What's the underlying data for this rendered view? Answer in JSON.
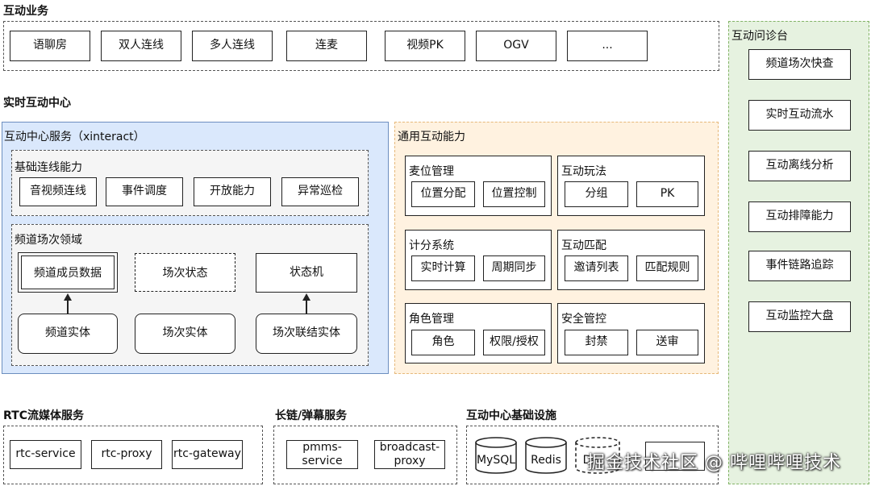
{
  "biz": {
    "title": "互动业务",
    "items": [
      "语聊房",
      "双人连线",
      "多人连线",
      "连麦",
      "视频PK",
      "OGV",
      "..."
    ]
  },
  "center": {
    "title": "实时互动中心",
    "service": {
      "title": "互动中心服务（xinteract）",
      "basic": {
        "title": "基础连线能力",
        "items": [
          "音视频连线",
          "事件调度",
          "开放能力",
          "异常巡检"
        ]
      },
      "domain": {
        "title": "频道场次领域",
        "top": [
          "频道成员数据",
          "场次状态",
          "状态机"
        ],
        "bottom": [
          "频道实体",
          "场次实体",
          "场次联结实体"
        ]
      }
    },
    "common": {
      "title": "通用互动能力",
      "panels": [
        {
          "title": "麦位管理",
          "items": [
            "位置分配",
            "位置控制"
          ]
        },
        {
          "title": "互动玩法",
          "items": [
            "分组",
            "PK"
          ]
        },
        {
          "title": "计分系统",
          "items": [
            "实时计算",
            "周期同步"
          ]
        },
        {
          "title": "互动匹配",
          "items": [
            "邀请列表",
            "匹配规则"
          ]
        },
        {
          "title": "角色管理",
          "items": [
            "角色",
            "权限/授权"
          ]
        },
        {
          "title": "安全管控",
          "items": [
            "封禁",
            "送审"
          ]
        }
      ]
    }
  },
  "diag": {
    "title": "互动问诊台",
    "items": [
      "频道场次快查",
      "实时互动流水",
      "互动离线分析",
      "互动排障能力",
      "事件链路追踪",
      "互动监控大盘"
    ]
  },
  "rtc": {
    "title": "RTC流媒体服务",
    "items": [
      "rtc-service",
      "rtc-proxy",
      "rtc-gateway"
    ]
  },
  "longlink": {
    "title": "长链/弹幕服务",
    "items": [
      "pmms-service",
      "broadcast-proxy"
    ]
  },
  "infra": {
    "title": "互动中心基础设施",
    "items": [
      "MySQL",
      "Redis",
      "Da"
    ]
  },
  "watermark": "掘金技术社区 @ 哔哩哔哩技术",
  "colors": {
    "service_bg": "#dae8fc",
    "service_border": "#6c8ebf",
    "common_bg": "#fff2e0",
    "common_border": "#e6b87a",
    "diag_bg": "#e6f2e0",
    "diag_border": "#82b366"
  }
}
